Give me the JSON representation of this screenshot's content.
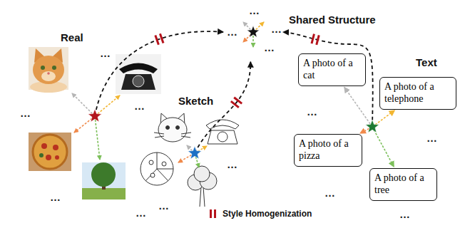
{
  "diagram": {
    "nodes": [
      {
        "text": [
          "Shared Structure"
        ]
      },
      {
        "text": [
          "Real"
        ]
      },
      {
        "text": [
          "Sketch"
        ]
      },
      {
        "text": [
          "Text"
        ]
      },
      {
        "text": [
          "A photo of a cat"
        ],
        "in": 3
      },
      {
        "text": [
          "A photo of a telephone"
        ],
        "in": 3
      },
      {
        "text": [
          "A photo of a pizza"
        ],
        "in": 3
      },
      {
        "text": [
          "A photo of a tree"
        ],
        "in": 3
      }
    ],
    "edges": [
      {
        "from": 1,
        "to": 0,
        "arrow": "to"
      },
      {
        "from": 2,
        "to": 0,
        "arrow": "to"
      },
      {
        "from": 3,
        "to": 0,
        "arrow": "to"
      },
      {
        "from": 3,
        "to": 4,
        "arrow": "to"
      },
      {
        "from": 3,
        "to": 5,
        "arrow": "to"
      },
      {
        "from": 3,
        "to": 6,
        "arrow": "to"
      },
      {
        "from": 3,
        "to": 7,
        "arrow": "to"
      }
    ],
    "labels": [
      "…",
      "…",
      "…",
      "…",
      "…",
      "…",
      "…",
      "…",
      "…",
      "…",
      "…",
      "…",
      "…",
      "…",
      "…"
    ],
    "legend": [
      {
        "text": "Style Homogenization"
      }
    ]
  }
}
